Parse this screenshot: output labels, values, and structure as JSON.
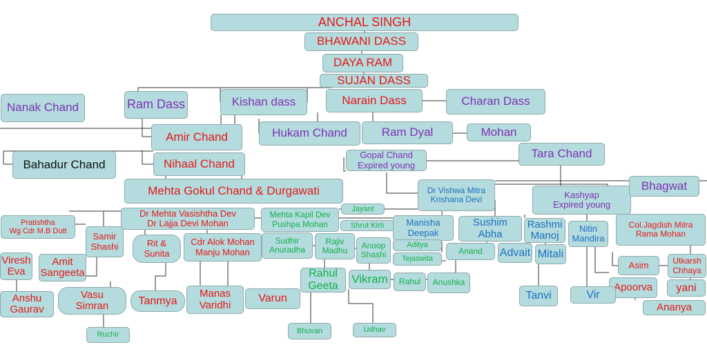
{
  "colors": {
    "box_fill": "#b4dbdd",
    "red": "#e31919",
    "purple": "#7c33b4",
    "green": "#12b04a",
    "blue": "#1d6fc2",
    "black": "#111111",
    "line": "#333333"
  },
  "nodes": {
    "anchal_singh": "ANCHAL SINGH",
    "bhawani_dass": "BHAWANI DASS",
    "daya_ram": "DAYA RAM",
    "sujan_dass": "SUJAN DASS",
    "nanak_chand": "Nanak Chand",
    "ram_dass": "Ram Dass",
    "kishan_dass": "Kishan dass",
    "narain_dass": "Narain Dass",
    "charan_dass": "Charan Dass",
    "amir_chand": "Amir Chand",
    "hukam_chand": "Hukam Chand",
    "ram_dyal": "Ram Dyal",
    "mohan": "Mohan",
    "bahadur_chand": "Bahadur Chand",
    "nihaal_chand": "Nihaal Chand",
    "gopal_chand_1": "Gopal Chand",
    "gopal_chand_2": "Expired young",
    "tara_chand": "Tara Chand",
    "mehta_gokul": "Mehta Gokul Chand & Durgawati",
    "vishwa_1": "Dr Vishwa Mitra",
    "vishwa_2": "Krishana Devi",
    "kashyap_1": "Kashyap",
    "kashyap_2": "Expired young",
    "bhagwat": "Bhagwat",
    "jayant": "Jayant",
    "shrut_kirti": "Shrut Kirti",
    "vasishtha_1": "Dr Mehta Vasishtha Dev",
    "vasishtha_2": "Dr Lajja Devi Mohan",
    "kapil_1": "Mehta Kapil Dev",
    "kapil_2": "Pushpa Mohan",
    "pratishtha_1": "Pratishtha",
    "pratishtha_2": "Wg Cdr M.B Dutt",
    "samir_1": "Samir",
    "samir_2": "Shashi",
    "rit_1": "Rit &",
    "rit_2": "Sunita",
    "alok_1": "Cdr Alok Mohan",
    "alok_2": "Manju Mohan",
    "sudhir_1": "Sudhir",
    "sudhir_2": "Anuradha",
    "rajiv_1": "Rajiv",
    "rajiv_2": "Madhu",
    "anoop_1": "Anoop",
    "anoop_2": "Shashi",
    "manisha_1": "Manisha",
    "manisha_2": "Deepak",
    "aditya": "Aditya",
    "tejaswita": "Tejaswita",
    "sushim_1": "Sushim",
    "sushim_2": "Abha",
    "rashmi_1": "Rashmi",
    "rashmi_2": "Manoj",
    "nitin_1": "Nitin",
    "nitin_2": "Mandira",
    "jagdish_1": "Col.Jagdish Mitra",
    "jagdish_2": "Rama Mohan",
    "anand": "Anand",
    "advait": "Advait",
    "mitali": "Mitali",
    "viresh_1": "Viresh",
    "viresh_2": "Eva",
    "amit_1": "Amit",
    "amit_2": "Sangeeta",
    "rahul_geeta_1": "Rahul",
    "rahul_geeta_2": "Geeta",
    "vikram": "Vikram",
    "rahul": "Rahul",
    "anushka": "Anushka",
    "asim": "Asim",
    "utkarsh_1": "Utkarsh",
    "utkarsh_2": "Chhaya",
    "anshu_1": "Anshu",
    "anshu_2": "Gaurav",
    "vasu_1": "Vasu",
    "vasu_2": "Simran",
    "tanmya": "Tanmya",
    "manas_1": "Manas",
    "manas_2": "Varidhi",
    "varun": "Varun",
    "apoorva": "Apoorva",
    "yani": "yani",
    "tanvi": "Tanvi",
    "vir": "Vir",
    "ananya": "Ananya",
    "ruchir": "Ruchir",
    "bhuvan": "Bhuvan",
    "udhav": "Udhav"
  }
}
